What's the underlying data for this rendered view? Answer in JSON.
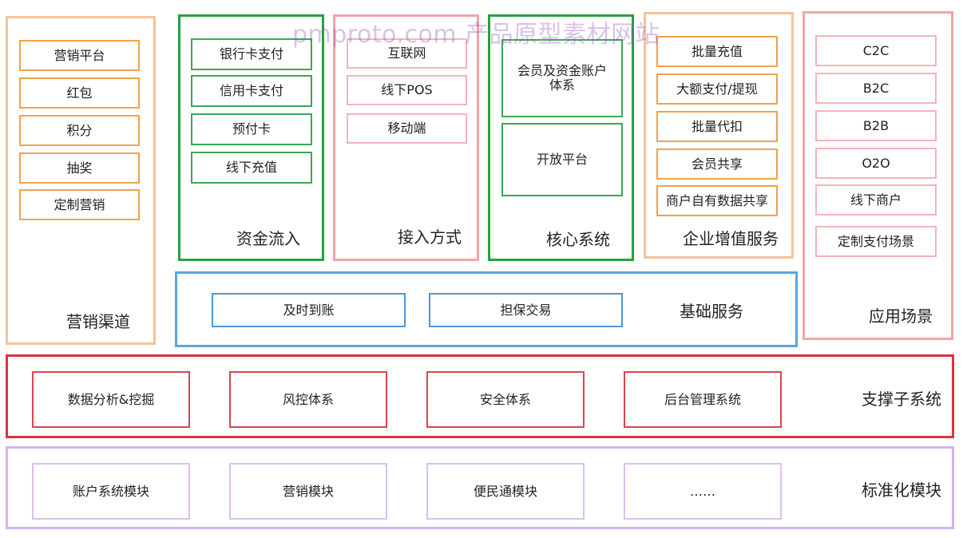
{
  "watermark": "pmproto.com 产品原型素材网站",
  "marketing": {
    "title": "营销渠道",
    "items": [
      "营销平台",
      "红包",
      "积分",
      "抽奖",
      "定制营销"
    ]
  },
  "funds_inflow": {
    "title": "资金流入",
    "items": [
      "银行卡支付",
      "信用卡支付",
      "预付卡",
      "线下充值"
    ]
  },
  "access": {
    "title": "接入方式",
    "items": [
      "互联网",
      "线下POS",
      "移动端"
    ]
  },
  "core": {
    "title": "核心系统",
    "items": [
      "会员及资金账户体系",
      "开放平台"
    ]
  },
  "enterprise": {
    "title": "企业增值服务",
    "items": [
      "批量充值",
      "大额支付/提现",
      "批量代扣",
      "会员共享",
      "商户自有数据共享"
    ]
  },
  "scenarios": {
    "title": "应用场景",
    "items": [
      "C2C",
      "B2C",
      "B2B",
      "O2O",
      "线下商户",
      "定制支付场景"
    ]
  },
  "basic": {
    "title": "基础服务",
    "items": [
      "及时到账",
      "担保交易"
    ]
  },
  "support": {
    "title": "支撑子系统",
    "items": [
      "数据分析&挖掘",
      "风控体系",
      "安全体系",
      "后台管理系统"
    ]
  },
  "standard": {
    "title": "标准化模块",
    "items": [
      "账户系统模块",
      "营销模块",
      "便民通模块",
      "……"
    ]
  }
}
